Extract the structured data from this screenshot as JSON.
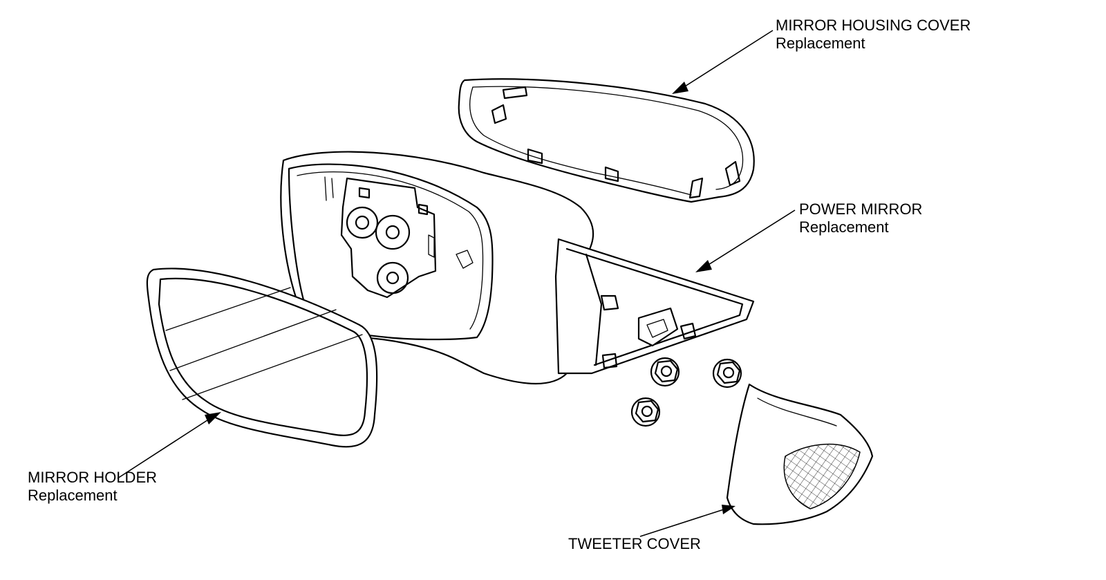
{
  "labels": {
    "mirror_housing_cover": {
      "line1": "MIRROR HOUSING COVER",
      "line2": "Replacement"
    },
    "power_mirror": {
      "line1": "POWER MIRROR",
      "line2": "Replacement"
    },
    "mirror_holder": {
      "line1": "MIRROR HOLDER",
      "line2": "Replacement"
    },
    "tweeter_cover": {
      "line1": "TWEETER COVER"
    }
  }
}
